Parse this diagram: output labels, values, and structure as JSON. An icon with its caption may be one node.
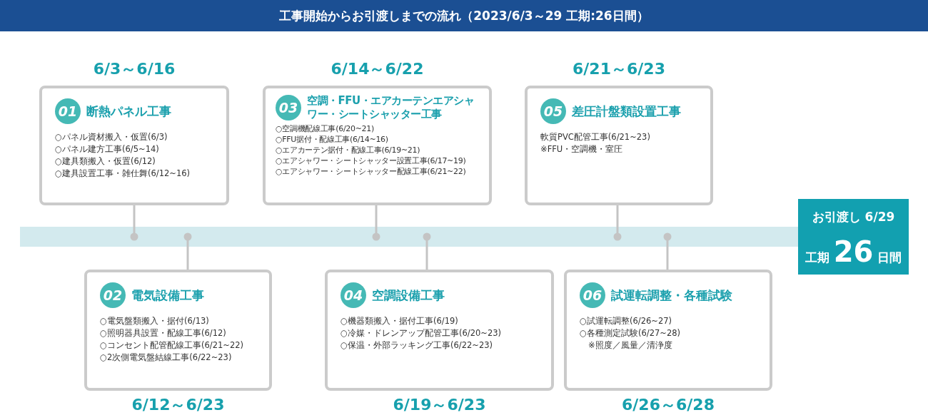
{
  "diagram": {
    "title": "工事開始からお引渡しまでの流れ（2023/6/3～29 工期:26日間）",
    "nodes": [
      {
        "text": [
          "01",
          "断熱パネル工事",
          "○パネル資材搬入・仮置(6/3)",
          "○パネル建方工事(6/5~14)",
          "○建具類搬入・仮置(6/12)",
          "○建具設置工事・雑仕舞(6/12~16)"
        ],
        "beside": [
          "6/3～6/16"
        ]
      },
      {
        "text": [
          "03",
          "空調・FFU・エアカーテンエアシャワー・シートシャッター工事",
          "○空調機配線工事(6/20~21)",
          "○FFU据付・配線工事(6/14~16)",
          "○エアカーテン据付・配線工事(6/19~21)",
          "○エアシャワー・シートシャッター設置工事(6/17~19)",
          "○エアシャワー・シートシャッター配線工事(6/21~22)"
        ],
        "beside": [
          "6/14～6/22"
        ]
      },
      {
        "text": [
          "05",
          "差圧計盤類設置工事",
          "軟質PVC配管工事(6/21~23)",
          "※FFU・空調機・室圧"
        ],
        "beside": [
          "6/21～6/23"
        ]
      },
      {
        "text": [],
        "shape": "bar"
      },
      {
        "text": [
          "お引渡し 6/29",
          "工期",
          "26",
          "日間"
        ]
      },
      {
        "text": [
          "02",
          "電気設備工事",
          "○電気盤類搬入・据付(6/13)",
          "○照明器具設置・配線工事(6/12)",
          "○コンセント配管配線工事(6/21~22)",
          "○2次側電気盤結線工事(6/22~23)"
        ],
        "beside": [
          "6/12～6/23"
        ]
      },
      {
        "text": [
          "04",
          "空調設備工事",
          "○機器類搬入・据付工事(6/19)",
          "○冷媒・ドレンアップ配管工事(6/20~23)",
          "○保温・外部ラッキング工事(6/22~23)"
        ],
        "beside": [
          "6/19～6/23"
        ]
      },
      {
        "text": [
          "06",
          "試運転調整・各種試験",
          "○試運転調整(6/26~27)",
          "○各種測定試験(6/27~28)",
          "※照度／風量／清浄度"
        ],
        "beside": [
          "6/26～6/28"
        ]
      }
    ],
    "edges": [
      {
        "from": 0,
        "to": 3,
        "arrow": "other"
      },
      {
        "from": 5,
        "to": 3,
        "arrow": "other"
      },
      {
        "from": 1,
        "to": 3,
        "arrow": "other"
      },
      {
        "from": 6,
        "to": 3,
        "arrow": "other"
      },
      {
        "from": 2,
        "to": 3,
        "arrow": "other"
      },
      {
        "from": 7,
        "to": 3,
        "arrow": "other"
      }
    ]
  }
}
